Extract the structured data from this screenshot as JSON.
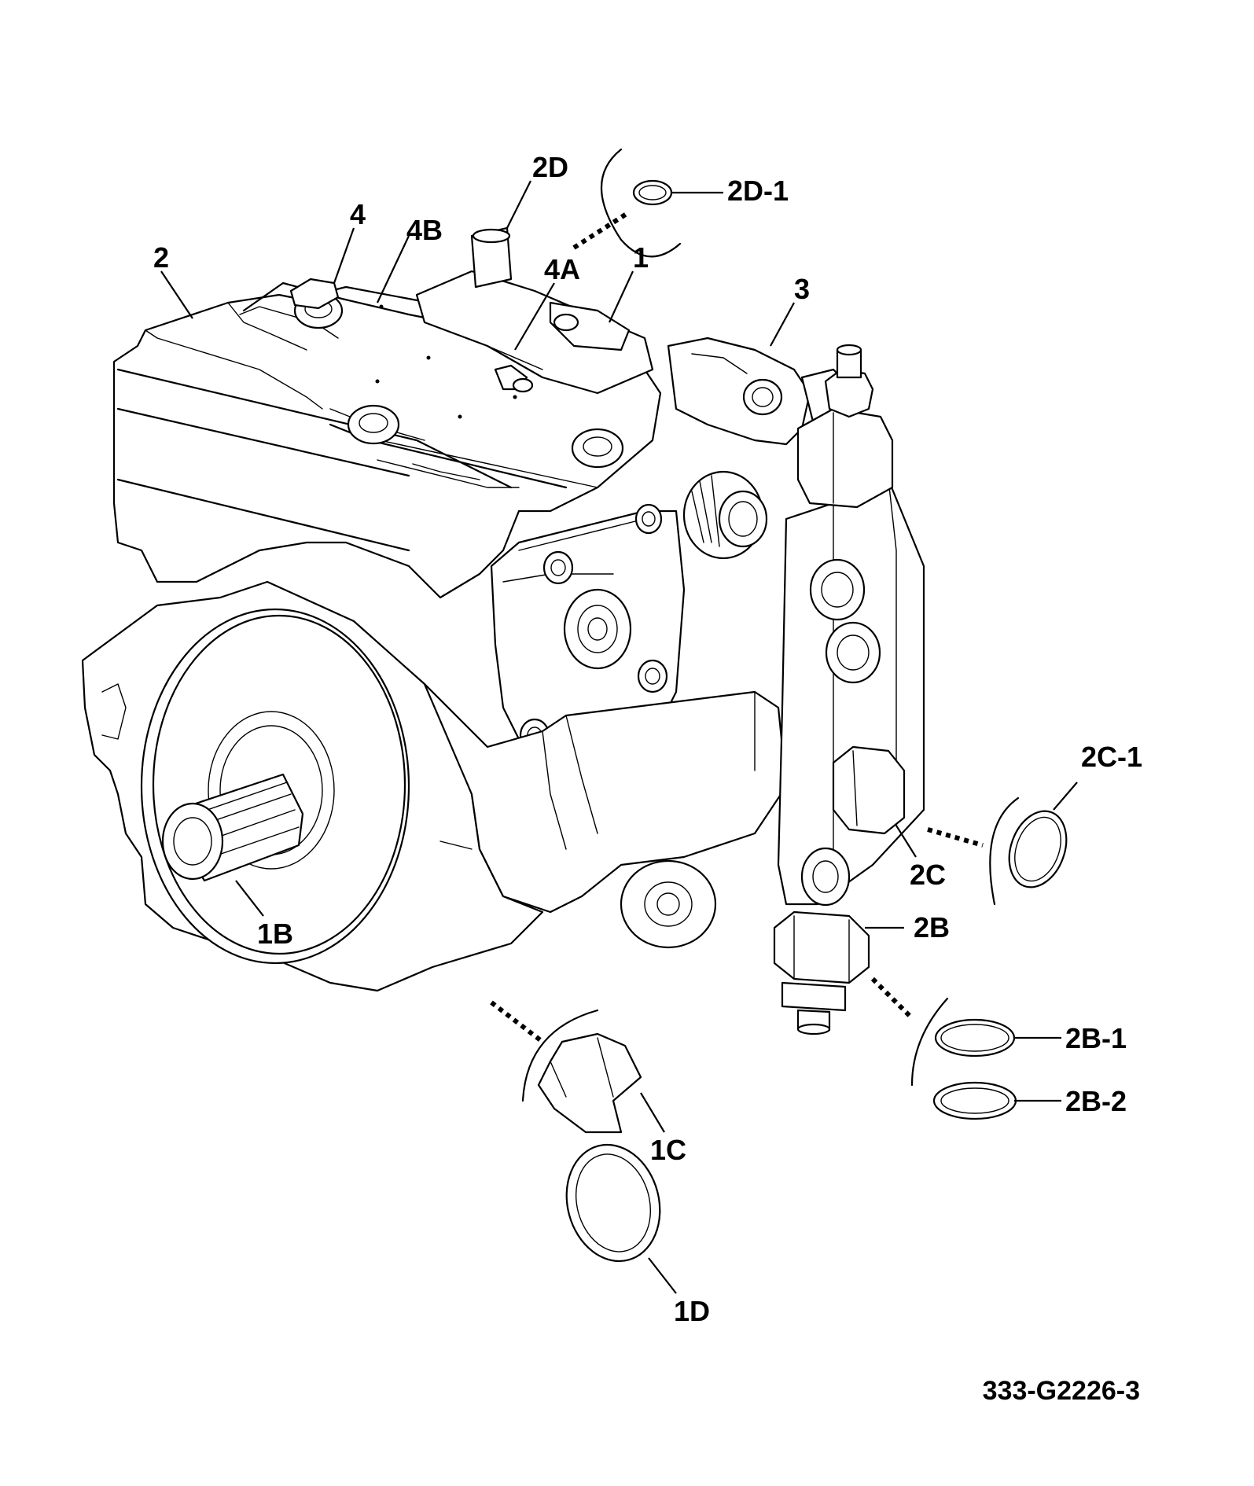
{
  "callouts": {
    "c_2D": "2D",
    "c_2D_1": "2D-1",
    "c_4": "4",
    "c_4B": "4B",
    "c_2": "2",
    "c_4A": "4A",
    "c_1": "1",
    "c_3": "3",
    "c_2C_1": "2C-1",
    "c_2C": "2C",
    "c_2B": "2B",
    "c_2B_1": "2B-1",
    "c_2B_2": "2B-2",
    "c_1B": "1B",
    "c_1C": "1C",
    "c_1D": "1D"
  },
  "figure_ref": "333-G2226-3"
}
